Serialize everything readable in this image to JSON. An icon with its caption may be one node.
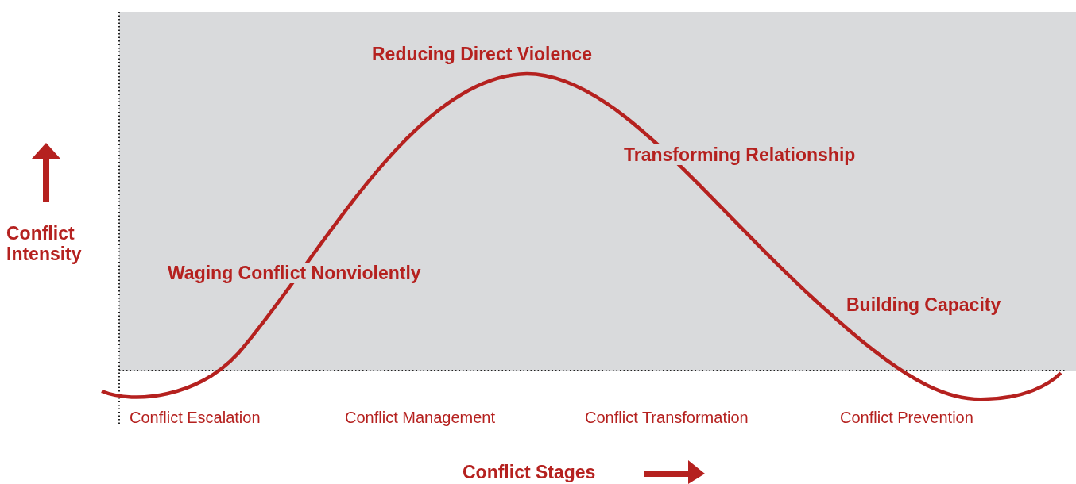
{
  "diagram": {
    "labels": [
      "Reducing Direct Violence",
      "Transforming Relationship",
      "Conflict Intensity",
      "Waging Conflict Nonviolently",
      "Building Capacity",
      "Conflict Escalation",
      "Conflict Management",
      "Conflict Transformation",
      "Conflict Prevention",
      "Conflict Stages"
    ]
  }
}
